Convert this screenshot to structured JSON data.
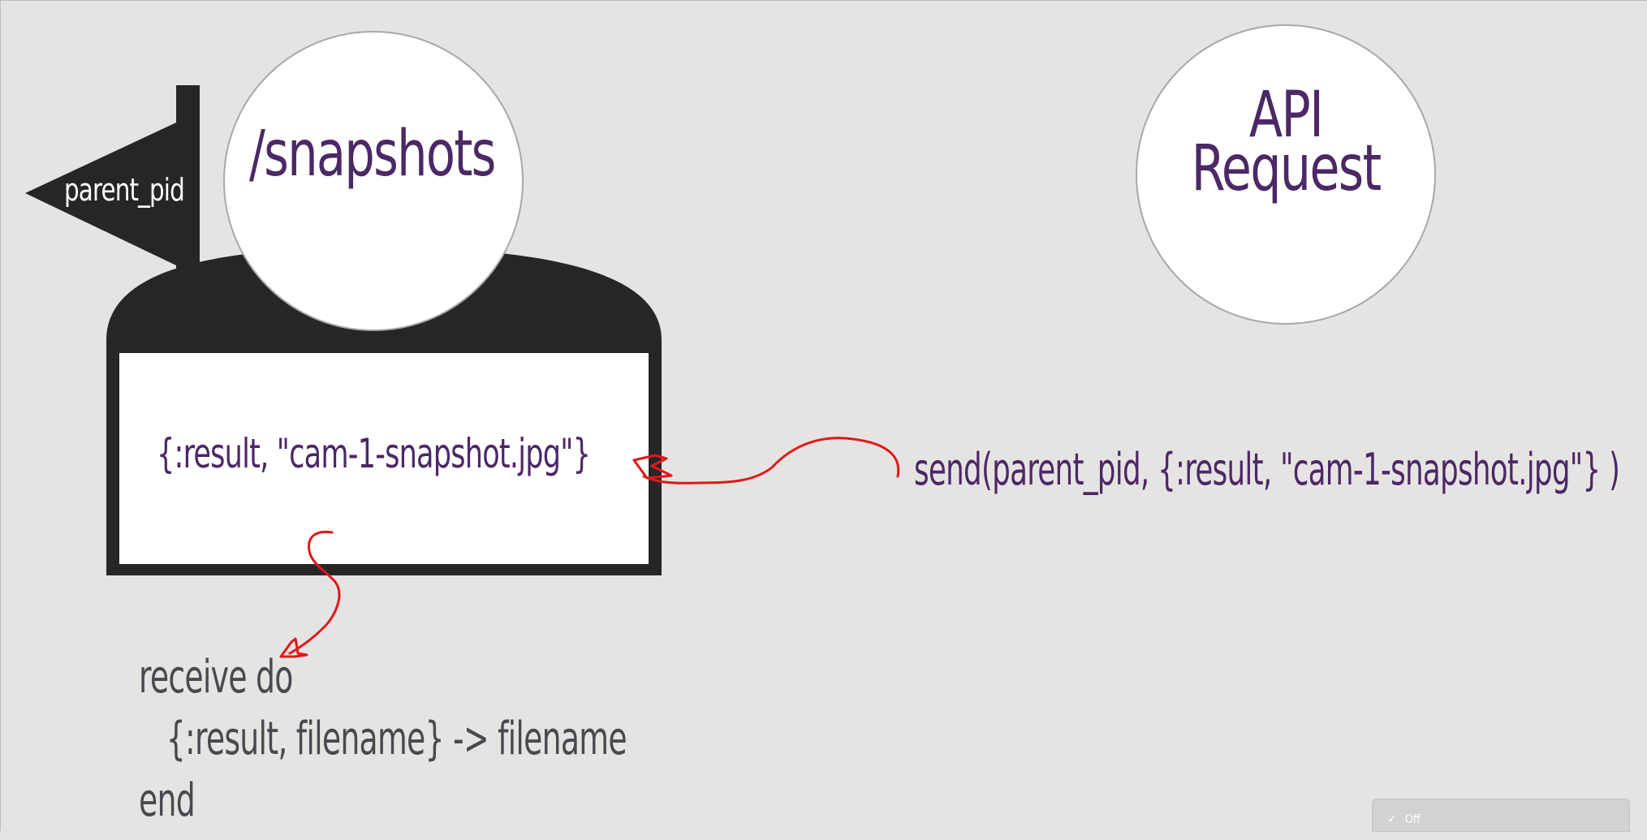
{
  "diagram": {
    "flag_label": "parent_pid",
    "process_name": "/snapshots",
    "mailbox_message": "{:result, \"cam-1-snapshot.jpg\"}",
    "api_title": "API Request",
    "send_call": "send(parent_pid, {:result, \"cam-1-snapshot.jpg\"} )",
    "receive_code": [
      "receive do",
      "   {:result, filename} -> filename",
      "end"
    ]
  },
  "caption_toggle": {
    "icon": "checkmark-icon",
    "label": "Off"
  },
  "colors": {
    "background": "#e6e4e3",
    "process_body": "#262626",
    "purple_text": "#4c2866",
    "code_text": "#484a4f",
    "annotation": "#e0181b"
  }
}
